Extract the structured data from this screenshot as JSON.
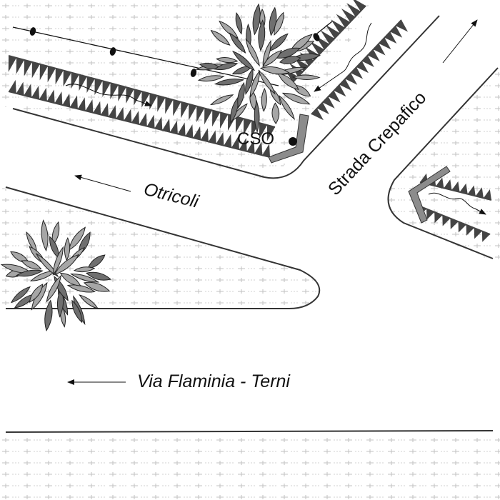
{
  "labels": {
    "via_flaminia": "Via Flaminia  -  Terni",
    "otricoli": "Otricoli",
    "strada": "Strada Crepafico",
    "cso": "CSO"
  },
  "colors": {
    "grass_dash": "#b8b8b8",
    "road_edge": "#333333",
    "ditch": "#444444",
    "leaf_dark": "#6f6f6f",
    "leaf_light": "#a6a6a6",
    "wall": "#888888"
  },
  "icons": [
    "tree-icon",
    "power-line-pole-icon",
    "direction-arrow-icon",
    "flow-arrow-icon",
    "cso-dot-icon"
  ]
}
